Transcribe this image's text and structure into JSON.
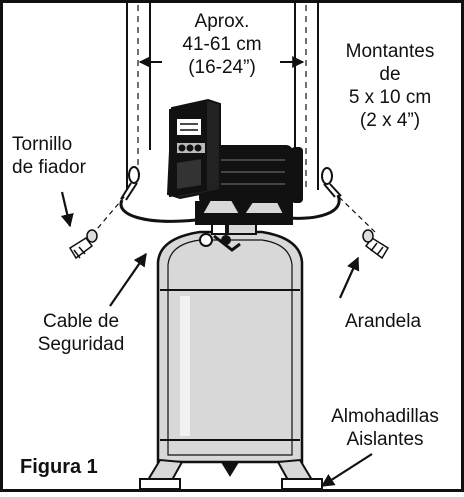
{
  "labels": {
    "spacing": {
      "line1": "Aprox.",
      "line2": "41-61 cm",
      "line3": "(16-24”)"
    },
    "studs": {
      "line1": "Montantes",
      "line2": "de",
      "line3": "5 x 10 cm",
      "line4": "(2 x 4”)"
    },
    "lag_screw": {
      "line1": "Tornillo",
      "line2": "de fiador"
    },
    "safety_cable": {
      "line1": "Cable de",
      "line2": "Seguridad"
    },
    "washer": "Arandela",
    "isolation_pads": {
      "line1": "Almohadillas",
      "line2": "Aislantes"
    },
    "figure": "Figura 1"
  }
}
